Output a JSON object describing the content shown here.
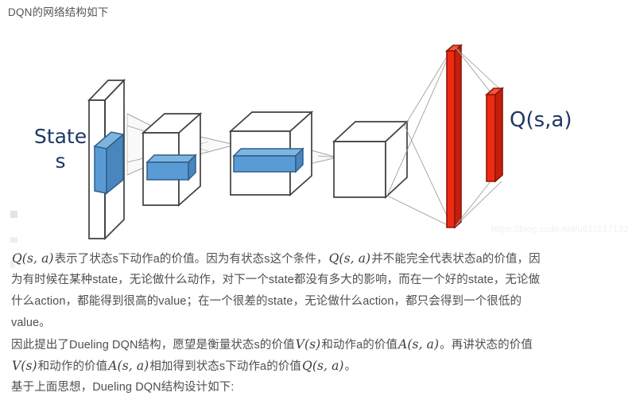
{
  "page": {
    "heading": "DQN的网络结构如下",
    "background_color": "#ffffff",
    "text_color": "#4f4f4f"
  },
  "figure": {
    "title": "DQN network architecture diagram",
    "input_label_line1": "State",
    "input_label_line2": "s",
    "output_label": "Q(s,a)",
    "watermark": "https://blog.csdn.net/u011517132",
    "colors": {
      "conv_filter_blue": "#5B9BD5",
      "conv_filter_blue_dark": "#3E7CB1",
      "fc_layer_red": "#EE2A12",
      "fc_layer_red_dark": "#A81C0C",
      "box_outline": "#404040",
      "connector_line": "#808080",
      "label_navy": "#1F3864"
    },
    "layers": [
      {
        "name": "input-plane",
        "kind": "plane",
        "fill": "#ffffff"
      },
      {
        "name": "conv1-filter",
        "kind": "filter",
        "fill": "#5B9BD5"
      },
      {
        "name": "conv1-volume",
        "kind": "box",
        "fill": "#ffffff"
      },
      {
        "name": "conv2-filter",
        "kind": "filter",
        "fill": "#5B9BD5"
      },
      {
        "name": "conv2-volume",
        "kind": "box",
        "fill": "#ffffff"
      },
      {
        "name": "conv3-filter",
        "kind": "filter",
        "fill": "#5B9BD5"
      },
      {
        "name": "conv3-volume",
        "kind": "box",
        "fill": "#ffffff"
      },
      {
        "name": "fully-connected-layer",
        "kind": "bar",
        "fill": "#EE2A12"
      },
      {
        "name": "output-layer",
        "kind": "bar",
        "fill": "#EE2A12"
      }
    ]
  },
  "paragraphs": {
    "line1": {
      "math1": "Q(s, a)",
      "text1": "表示了状态s下动作a的价值。因为有状态s这个条件，",
      "math2": "Q(s, a)",
      "text2": "并不能完全代表状态a的价值，因"
    },
    "line2": "为有时候在某种state，无论做什么动作，对下一个state都没有多大的影响，而在一个好的state，无论做",
    "line3": "什么action，都能得到很高的value；在一个很差的state，无论做什么action，都只会得到一个很低的",
    "line4": "value。",
    "line5": {
      "text1": "因此提出了Dueling DQN结构，愿望是衡量状态s的价值",
      "math1": "V(s)",
      "text2": "和动作a的价值",
      "math2": "A(s, a)",
      "text3": "。再讲状态的价值"
    },
    "line6": {
      "math1": "V(s)",
      "text1": "和动作的价值",
      "math2": "A(s, a)",
      "text2": "相加得到状态s下动作a的价值",
      "math3": "Q(s, a)",
      "text3": "。"
    },
    "line7": "基于上面思想，Dueling DQN结构设计如下:"
  }
}
